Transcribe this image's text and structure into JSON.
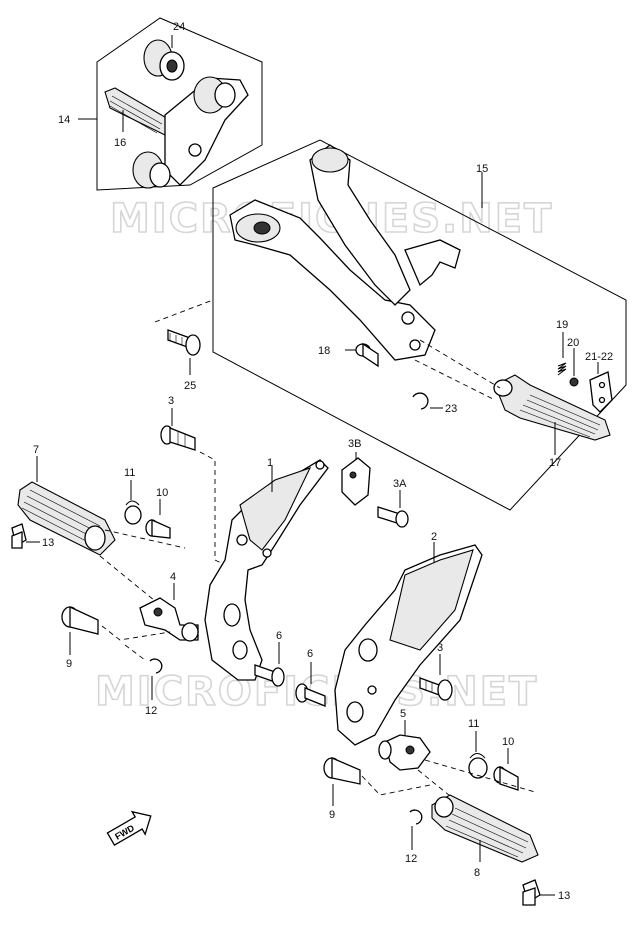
{
  "watermarks": [
    "MICROFICHES.NET",
    "MICROFICHES.NET"
  ],
  "fwd_label": "FWD",
  "labels": {
    "p1": "1",
    "p2": "2",
    "p3_top": "3",
    "p3_right": "3",
    "p3A": "3A",
    "p3B": "3B",
    "p4": "4",
    "p5": "5",
    "p6_a": "6",
    "p6_b": "6",
    "p7": "7",
    "p8": "8",
    "p9_a": "9",
    "p9_b": "9",
    "p10_a": "10",
    "p10_b": "10",
    "p11_a": "11",
    "p11_b": "11",
    "p12_a": "12",
    "p12_b": "12",
    "p13_a": "13",
    "p13_b": "13",
    "p14": "14",
    "p15": "15",
    "p16": "16",
    "p17": "17",
    "p18": "18",
    "p19": "19",
    "p20": "20",
    "p21_22": "21-22",
    "p23": "23",
    "p24": "24",
    "p25": "25"
  }
}
